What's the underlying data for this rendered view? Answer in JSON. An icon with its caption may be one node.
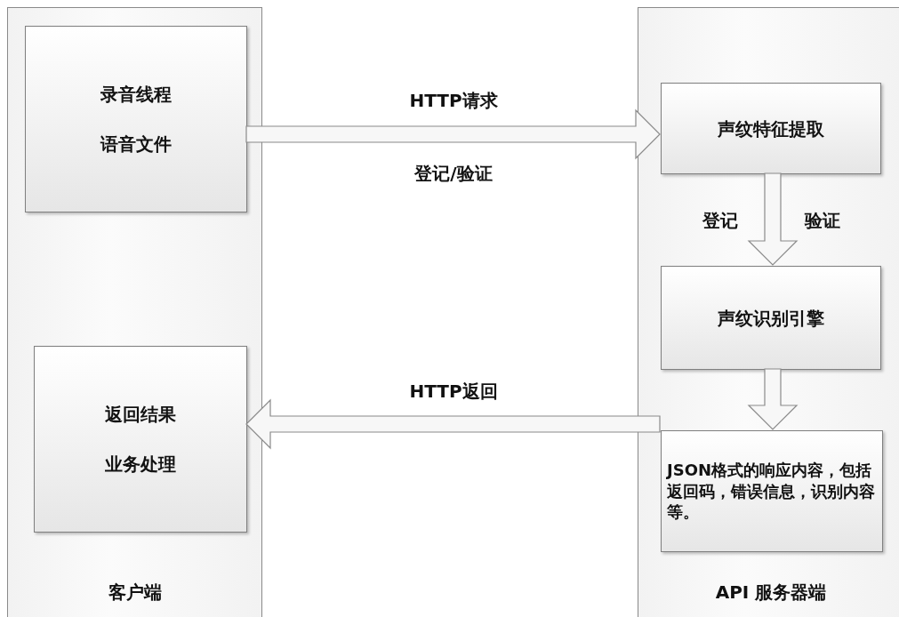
{
  "diagram": {
    "nodes": [
      {
        "text": [
          "客户端"
        ]
      },
      {
        "text": [
          "录音线程",
          "语音文件"
        ],
        "in": 0
      },
      {
        "text": [
          "返回结果",
          "业务处理"
        ],
        "in": 0
      },
      {
        "text": [
          "API 服务器端"
        ]
      },
      {
        "text": [
          "声纹特征提取"
        ],
        "in": 3
      },
      {
        "text": [
          "声纹识别引擎"
        ],
        "in": 3
      },
      {
        "text": [
          "JSON格式的响应内容，包括返回码，错误信息，识别内容等。"
        ],
        "in": 3
      }
    ],
    "edges": [
      {
        "from": 1,
        "to": 4,
        "arrow": "to",
        "label": "HTTP请求"
      },
      {
        "from": 4,
        "to": 5,
        "arrow": "to"
      },
      {
        "from": 5,
        "to": 6,
        "arrow": "to"
      },
      {
        "from": 6,
        "to": 2,
        "arrow": "to",
        "label": "HTTP返回"
      }
    ],
    "labels": [
      "登记/验证",
      "登记",
      "验证"
    ]
  }
}
